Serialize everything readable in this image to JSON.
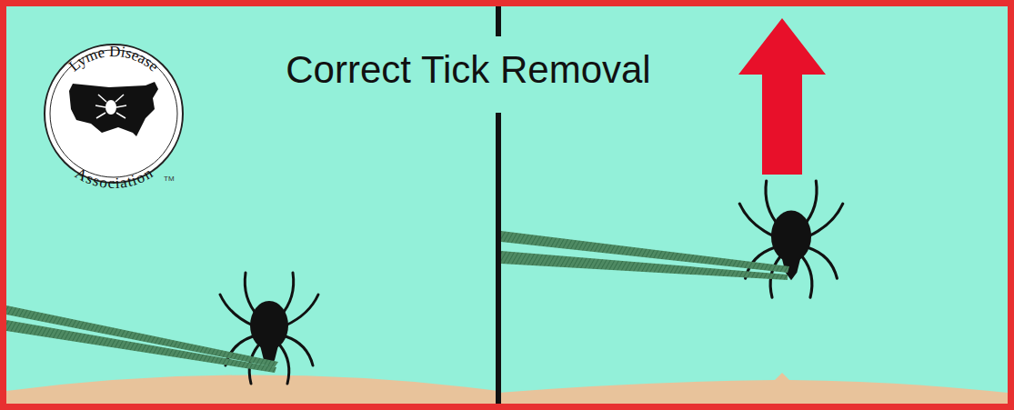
{
  "diagram": {
    "title": "Correct Tick Removal",
    "labels": [
      "Lyme Disease",
      "Association",
      "TM"
    ]
  }
}
